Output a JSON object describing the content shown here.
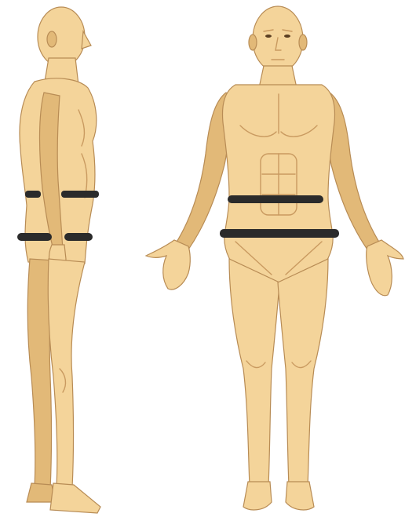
{
  "colors": {
    "background": "#ffffff",
    "skin": "#f4d49a",
    "skin_shadow": "#e2b978",
    "outline": "#b88c55",
    "detail": "#c99a60",
    "band": "#2b2b2b"
  },
  "figures": [
    {
      "view": "side",
      "measurement_bands": 2
    },
    {
      "view": "front",
      "measurement_bands": 2
    }
  ]
}
